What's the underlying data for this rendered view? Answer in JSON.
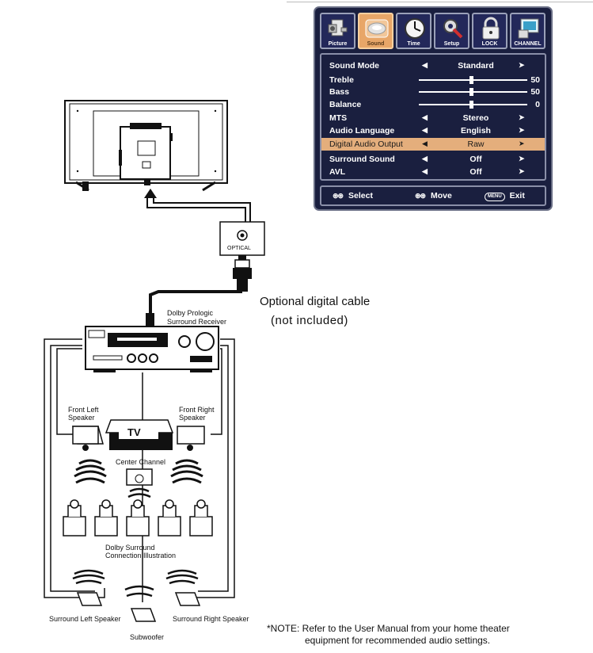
{
  "osd": {
    "tabs": [
      {
        "label": "Picture",
        "icon": "camera-icon",
        "selected": false
      },
      {
        "label": "Sound",
        "icon": "sound-icon",
        "selected": true
      },
      {
        "label": "Time",
        "icon": "clock-icon",
        "selected": false
      },
      {
        "label": "Setup",
        "icon": "tools-icon",
        "selected": false
      },
      {
        "label": "LOCK",
        "icon": "lock-icon",
        "selected": false
      },
      {
        "label": "CHANNEL",
        "icon": "monitor-icon",
        "selected": false
      }
    ],
    "rows": [
      {
        "label": "Sound Mode",
        "value": "Standard"
      },
      {
        "label": "Treble",
        "level": 50,
        "display": "50"
      },
      {
        "label": "Bass",
        "level": 50,
        "display": "50"
      },
      {
        "label": "Balance",
        "level": 0,
        "display": "0"
      },
      {
        "label": "MTS",
        "value": "Stereo"
      },
      {
        "label": "Audio Language",
        "value": "English"
      },
      {
        "label": "Digital Audio Output",
        "value": "Raw",
        "selected": true
      },
      {
        "label": "Surround Sound",
        "value": "Off"
      },
      {
        "label": "AVL",
        "value": "Off"
      }
    ],
    "footer": {
      "select": "Select",
      "move": "Move",
      "menu_key": "MENU",
      "exit": "Exit"
    },
    "colors": {
      "background": "#1a1f3f",
      "highlight": "#e4ae7c",
      "selected_tab": "#e8a668"
    }
  },
  "diagram": {
    "optical_port": "OPTICAL",
    "cable_caption_line1": "Optional digital cable",
    "cable_caption_line2": "(not included)",
    "receiver_label_line1": "Dolby Prologic",
    "receiver_label_line2": "Surround Receiver",
    "front_left_line1": "Front Left",
    "front_left_line2": "Speaker",
    "front_right_line1": "Front Right",
    "front_right_line2": "Speaker",
    "tv_label": "TV",
    "center_channel": "Center Channel",
    "surround_line1": "Dolby Surround",
    "surround_line2": "Connection Illustration",
    "surround_left": "Surround Left Speaker",
    "surround_right": "Surround Right Speaker",
    "subwoofer": "Subwoofer",
    "note_line1": "*NOTE: Refer to the User Manual from your home theater",
    "note_line2": "equipment for recommended audio settings."
  }
}
